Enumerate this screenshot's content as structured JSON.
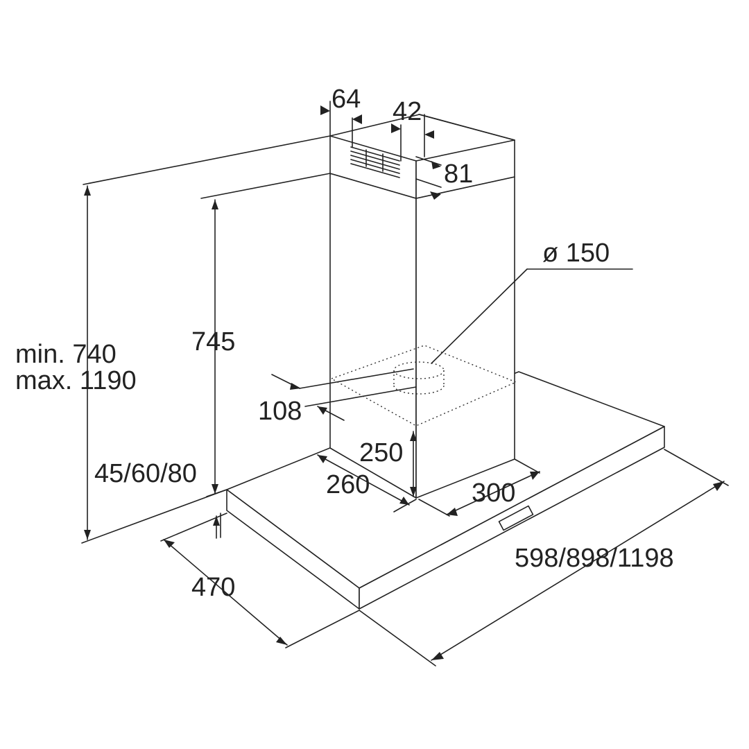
{
  "dimensions": {
    "chimney_offset": "64",
    "chimney_bracket": "42",
    "chimney_depth_top": "81",
    "duct_diameter": "ø 150",
    "total_height_min": "min. 740",
    "total_height_max": "max. 1190",
    "upper_chimney_height": "745",
    "outlet_offset": "108",
    "outlet_height": "250",
    "chimney_depth": "260",
    "chimney_width": "300",
    "canopy_thickness": "45/60/80",
    "canopy_depth": "470",
    "canopy_width": "598/898/1198"
  },
  "colors": {
    "line": "#222222",
    "background": "#ffffff"
  }
}
